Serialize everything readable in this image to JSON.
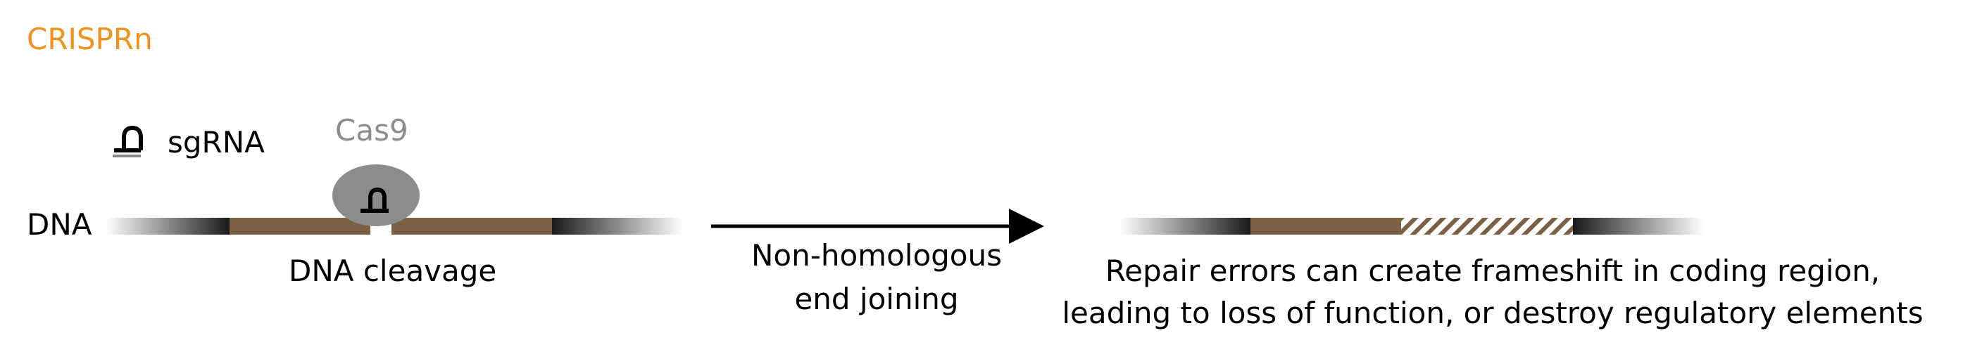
{
  "title": "CRISPRn",
  "legend": {
    "sgrna_label": "sgRNA"
  },
  "protein_label": "Cas9",
  "dna_label": "DNA",
  "cleavage_caption": "DNA cleavage",
  "process": {
    "line1": "Non-homologous",
    "line2": "end joining"
  },
  "outcome": {
    "line1": "Repair errors can create frameshift in coding region,",
    "line2": "leading to loss of function, or destroy regulatory elements"
  },
  "colors": {
    "title": "#f0921e",
    "coding_region": "#7b6043",
    "cas9": "#8c8c8c",
    "protein_label": "#8c8c8c",
    "text": "#000000"
  }
}
